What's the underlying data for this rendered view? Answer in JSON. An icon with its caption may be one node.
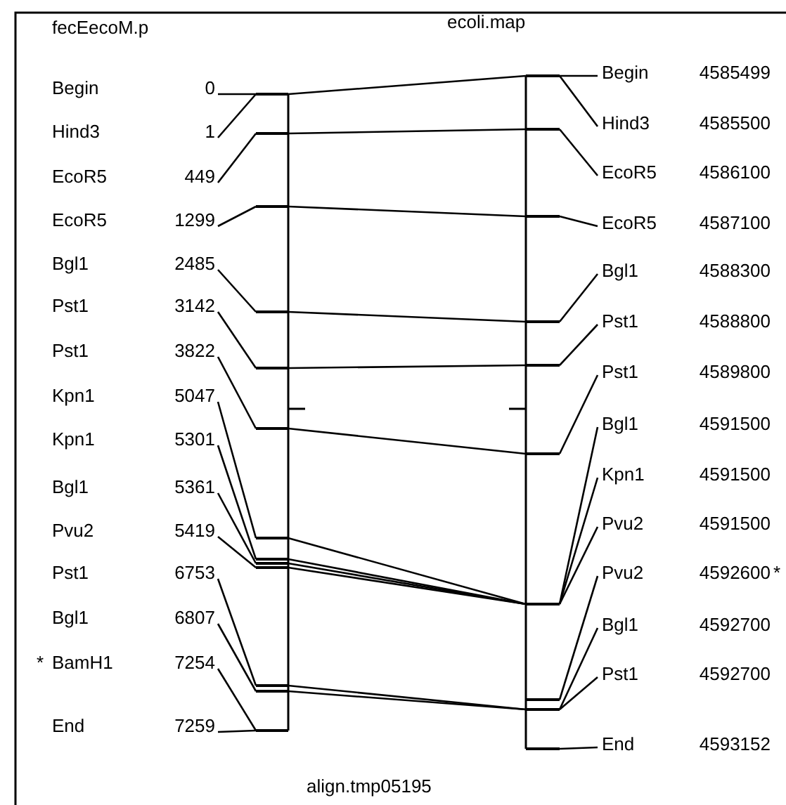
{
  "diagram": {
    "caption": "align.tmp05195",
    "labels": [
      "fecEecoM.p",
      "ecoli.map"
    ],
    "nodes": [
      {
        "text": [
          "Begin",
          "0"
        ]
      },
      {
        "text": [
          "Hind3",
          "1"
        ]
      },
      {
        "text": [
          "EcoR5",
          "449"
        ]
      },
      {
        "text": [
          "EcoR5",
          "1299"
        ]
      },
      {
        "text": [
          "Bgl1",
          "2485"
        ]
      },
      {
        "text": [
          "Pst1",
          "3142"
        ]
      },
      {
        "text": [
          "Pst1",
          "3822"
        ]
      },
      {
        "text": [
          "Kpn1",
          "5047"
        ]
      },
      {
        "text": [
          "Kpn1",
          "5301"
        ]
      },
      {
        "text": [
          "Bgl1",
          "5361"
        ]
      },
      {
        "text": [
          "Pvu2",
          "5419"
        ]
      },
      {
        "text": [
          "Pst1",
          "6753"
        ]
      },
      {
        "text": [
          "Bgl1",
          "6807"
        ]
      },
      {
        "text": [
          "BamH1",
          "7254"
        ],
        "beside": [
          "*"
        ]
      },
      {
        "text": [
          "End",
          "7259"
        ]
      },
      {
        "text": [],
        "shape": "bar"
      },
      {
        "text": [],
        "shape": "bar"
      },
      {
        "text": [],
        "shape": "bar"
      },
      {
        "text": [],
        "shape": "bar"
      },
      {
        "text": [],
        "shape": "bar"
      },
      {
        "text": [],
        "shape": "bar"
      },
      {
        "text": [],
        "shape": "bar"
      },
      {
        "text": [],
        "shape": "bar"
      },
      {
        "text": [],
        "shape": "bar"
      },
      {
        "text": [],
        "shape": "bar"
      },
      {
        "text": [],
        "shape": "bar"
      },
      {
        "text": [],
        "shape": "bar"
      },
      {
        "text": [],
        "shape": "bar"
      },
      {
        "text": [],
        "shape": "bar"
      },
      {
        "text": [],
        "shape": "bar"
      },
      {
        "text": [],
        "shape": "bar"
      },
      {
        "text": [],
        "shape": "bar"
      },
      {
        "text": [],
        "shape": "bar"
      },
      {
        "text": [],
        "shape": "bar"
      },
      {
        "text": [],
        "shape": "bar"
      },
      {
        "text": [],
        "shape": "bar"
      },
      {
        "text": [],
        "shape": "bar"
      },
      {
        "text": [],
        "shape": "bar"
      },
      {
        "text": [
          "Begin",
          "4585499"
        ]
      },
      {
        "text": [
          "Hind3",
          "4585500"
        ]
      },
      {
        "text": [
          "EcoR5",
          "4586100"
        ]
      },
      {
        "text": [
          "EcoR5",
          "4587100"
        ]
      },
      {
        "text": [
          "Bgl1",
          "4588300"
        ]
      },
      {
        "text": [
          "Pst1",
          "4588800"
        ]
      },
      {
        "text": [
          "Pst1",
          "4589800"
        ]
      },
      {
        "text": [
          "Bgl1",
          "4591500"
        ]
      },
      {
        "text": [
          "Kpn1",
          "4591500"
        ]
      },
      {
        "text": [
          "Pvu2",
          "4591500"
        ]
      },
      {
        "text": [
          "Pvu2",
          "4592600"
        ],
        "beside": [
          "*"
        ]
      },
      {
        "text": [
          "Bgl1",
          "4592700"
        ]
      },
      {
        "text": [
          "Pst1",
          "4592700"
        ]
      },
      {
        "text": [
          "End",
          "4593152"
        ]
      }
    ],
    "edges": [
      {
        "from": 0,
        "to": 15,
        "arrow": "none"
      },
      {
        "from": 1,
        "to": 15,
        "arrow": "none"
      },
      {
        "from": 2,
        "to": 16,
        "arrow": "none"
      },
      {
        "from": 3,
        "to": 17,
        "arrow": "none"
      },
      {
        "from": 4,
        "to": 18,
        "arrow": "none"
      },
      {
        "from": 5,
        "to": 19,
        "arrow": "none"
      },
      {
        "from": 6,
        "to": 20,
        "arrow": "none"
      },
      {
        "from": 7,
        "to": 21,
        "arrow": "none"
      },
      {
        "from": 8,
        "to": 22,
        "arrow": "none"
      },
      {
        "from": 9,
        "to": 23,
        "arrow": "none"
      },
      {
        "from": 10,
        "to": 24,
        "arrow": "none"
      },
      {
        "from": 11,
        "to": 25,
        "arrow": "none"
      },
      {
        "from": 12,
        "to": 26,
        "arrow": "none"
      },
      {
        "from": 13,
        "to": 27,
        "arrow": "none"
      },
      {
        "from": 14,
        "to": 27,
        "arrow": "none"
      },
      {
        "from": 15,
        "to": 28,
        "arrow": "none"
      },
      {
        "from": 16,
        "to": 29,
        "arrow": "none"
      },
      {
        "from": 17,
        "to": 30,
        "arrow": "none"
      },
      {
        "from": 18,
        "to": 31,
        "arrow": "none"
      },
      {
        "from": 19,
        "to": 32,
        "arrow": "none"
      },
      {
        "from": 20,
        "to": 33,
        "arrow": "none"
      },
      {
        "from": 21,
        "to": 34,
        "arrow": "none"
      },
      {
        "from": 22,
        "to": 34,
        "arrow": "none"
      },
      {
        "from": 23,
        "to": 34,
        "arrow": "none"
      },
      {
        "from": 24,
        "to": 34,
        "arrow": "none"
      },
      {
        "from": 25,
        "to": 36,
        "arrow": "none"
      },
      {
        "from": 26,
        "to": 36,
        "arrow": "none"
      },
      {
        "from": 28,
        "to": 38,
        "arrow": "none"
      },
      {
        "from": 28,
        "to": 39,
        "arrow": "none"
      },
      {
        "from": 29,
        "to": 40,
        "arrow": "none"
      },
      {
        "from": 30,
        "to": 41,
        "arrow": "none"
      },
      {
        "from": 31,
        "to": 42,
        "arrow": "none"
      },
      {
        "from": 32,
        "to": 43,
        "arrow": "none"
      },
      {
        "from": 33,
        "to": 44,
        "arrow": "none"
      },
      {
        "from": 34,
        "to": 45,
        "arrow": "none"
      },
      {
        "from": 34,
        "to": 46,
        "arrow": "none"
      },
      {
        "from": 34,
        "to": 47,
        "arrow": "none"
      },
      {
        "from": 35,
        "to": 48,
        "arrow": "none"
      },
      {
        "from": 36,
        "to": 49,
        "arrow": "none"
      },
      {
        "from": 36,
        "to": 50,
        "arrow": "none"
      },
      {
        "from": 37,
        "to": 51,
        "arrow": "none"
      }
    ]
  }
}
